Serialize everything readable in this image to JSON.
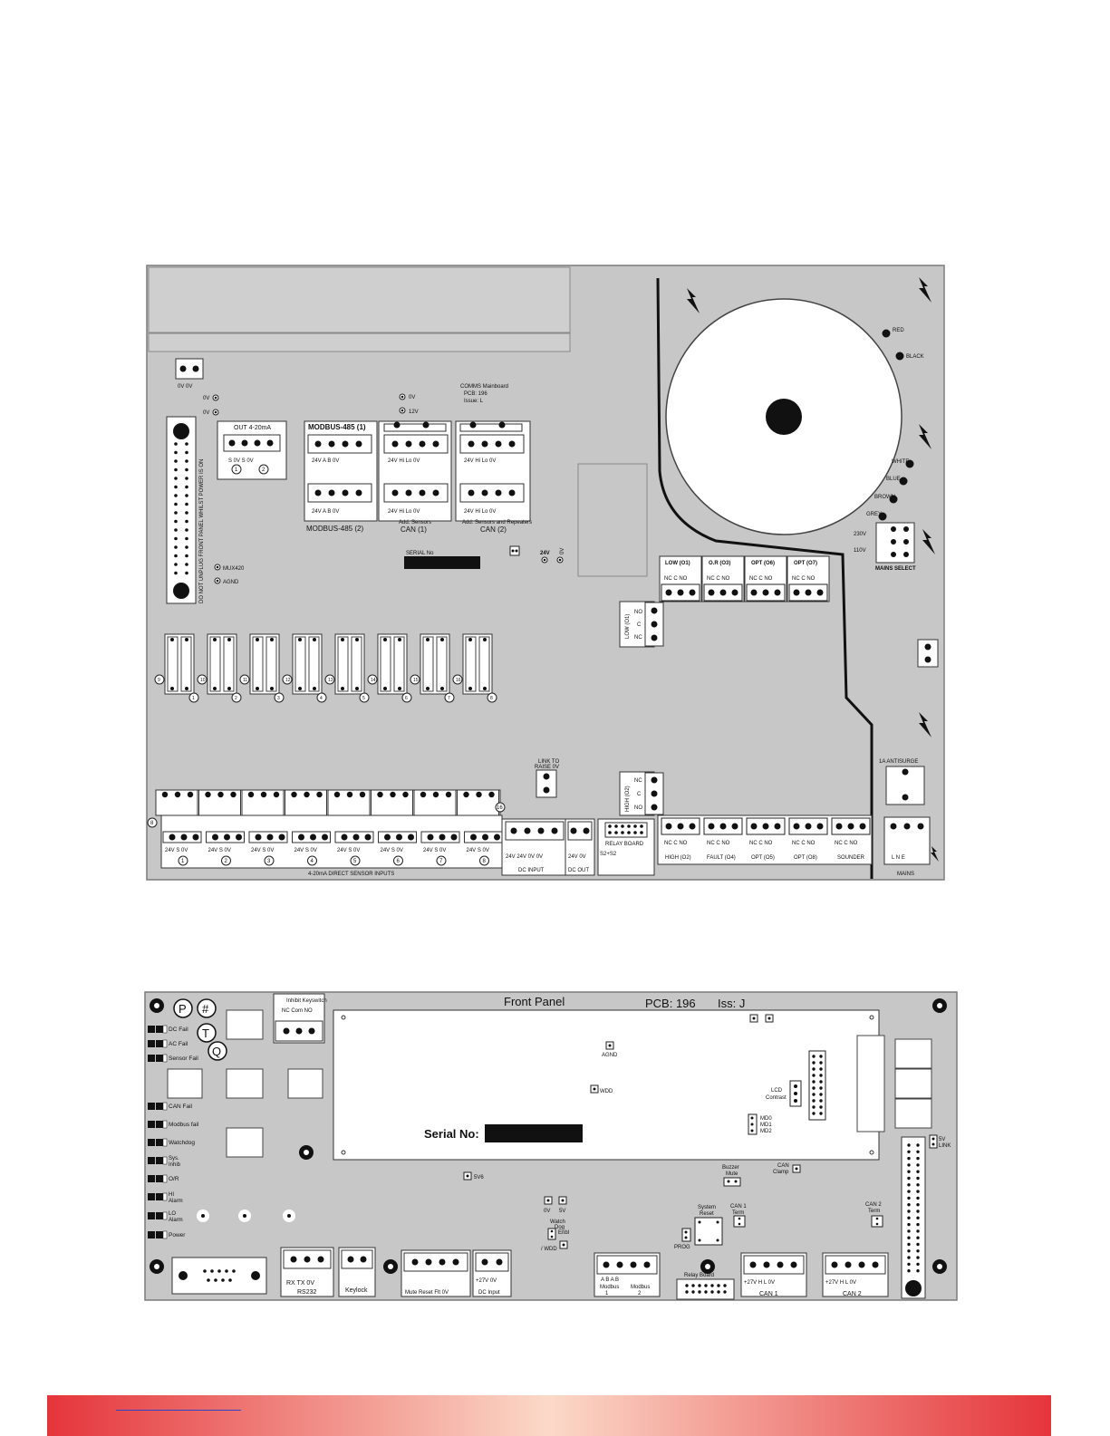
{
  "main_board": {
    "labels": {
      "ov_ov": "0V   0V",
      "ov1": "0V",
      "ov2": "0V",
      "out_420": "OUT 4-20mA",
      "out_pins": "S  0V  S  0V",
      "out_n1": "1",
      "out_n2": "2",
      "modbus1": "MODBUS-485 (1)",
      "modbus2": "MODBUS-485 (2)",
      "modbus_pins": "24V  A   B   0V",
      "tp_0v": "0V",
      "tp_12v": "12V",
      "comms1": "COMMS Mainboard",
      "comms2": "PCB:  196",
      "comms3": "Issue:  L",
      "can_pins": "24V  Hi   Lo   0V",
      "can1": "CAN (1)",
      "can1_sub": "Add. Sensors",
      "can2": "CAN (2)",
      "can2_sub": "Add. Sensors and Repeaters",
      "serial": "SERIAL No",
      "tp_24v": "24V",
      "tp_0v2": "0V",
      "mux": "MUX420",
      "agnd": "AGND",
      "connector_text": "DO NOT UNPLUG FRONT PANEL WHILST POWER IS ON",
      "low_o1": "LOW (O1)",
      "or_o3": "O.R (O3)",
      "opt_o6": "OPT (O6)",
      "opt_o7": "OPT (O7)",
      "nc_c_no": "NC  C  NO",
      "low_side": "LOW (O1)",
      "high_side": "HIGH (O2)",
      "side_no": "NO",
      "side_c": "C",
      "side_nc": "NC",
      "v230": "230V",
      "v110": "110V",
      "mains_select": "MAINS SELECT",
      "antisurge": "1A ANTISURGE",
      "link_to": "LINK TO",
      "link_sub": "RAISE 0V",
      "high_o2": "HIGH (O2)",
      "fault_o4": "FAULT (O4)",
      "opt_o5": "OPT (O5)",
      "opt_o8": "OPT (O8)",
      "sounder": "SOUNDER",
      "mains": "MAINS",
      "lne": "L   N   E",
      "relay_board": "RELAY BOARD",
      "s2s2": "S2+S2",
      "dc_input": "DC INPUT",
      "dc_input_pins": "24V  24V  0V  0V",
      "dc_out": "DC OUT",
      "dc_out_pins": "24V  0V",
      "sensor_pins": "24V  S  0V",
      "direct_inputs": "4-20mA DIRECT SENSOR INPUTS",
      "sensor_nums": [
        "1",
        "2",
        "3",
        "4",
        "5",
        "6",
        "7",
        "8"
      ],
      "top_nums": [
        "9",
        "10",
        "11",
        "12",
        "13",
        "14",
        "15",
        "16"
      ],
      "dip_nums": [
        "1",
        "2",
        "3",
        "4",
        "5",
        "6",
        "7",
        "8"
      ],
      "n16": "16",
      "n8": "8",
      "tr_red": "RED",
      "tr_black": "BLACK",
      "tr_white": "WHITE",
      "tr_blue": "BLUE",
      "tr_brown": "BROWN",
      "tr_grey": "GREY"
    }
  },
  "front_panel": {
    "title": "Front Panel",
    "pcb": "PCB: 196",
    "iss": "Iss:  J",
    "leds": [
      "DC Fail",
      "AC Fail",
      "Sensor Fail",
      "CAN  Fail",
      "Modbus fail",
      "Watchdog",
      "Sys. Inhib",
      "O/R",
      "HI Alarm",
      "LO Alarm",
      "Power"
    ],
    "buttons": [
      "P",
      "#",
      "T",
      "Q"
    ],
    "inhibit_label": "Inhibit Keyswitch",
    "inhibit_pins": "NC  Com  NO",
    "agnd": "AGND",
    "wdd": "WDD",
    "lcd": "LCD",
    "contrast": "Contrast",
    "md0": "MD0",
    "md1": "MD1",
    "md2": "MD2",
    "serial": "Serial No:",
    "v5v6": "5V6",
    "ov": "0V",
    "v5": "5V",
    "watchdog": "Watch",
    "watchdog2": "Dog",
    "watchdog3": "Enbl",
    "wdd2": "/ WDD",
    "prog": "PROG",
    "system_reset": "System",
    "system_reset2": "Reset",
    "buzzer": "Buzzer",
    "buzzer2": "Mute",
    "can_clamp": "CAN",
    "can_clamp2": "Clamp",
    "can1_term": "CAN 1",
    "can1_term2": "Term",
    "can2_term": "CAN 2",
    "can2_term2": "Term",
    "link_5v": "5V",
    "link_lnk": "LINK",
    "rs232_pins": "RX  TX  0V",
    "rs232": "RS232",
    "keylock": "Keylock",
    "mute_pins": "Mute Reset  Flt  0V",
    "dc_pins": "+27V  0V",
    "dc_input": "DC Input",
    "modbus_pins": "A    B    A    B",
    "modbus1": "Modbus",
    "modbus1n": "1",
    "modbus2": "Modbus",
    "modbus2n": "2",
    "relay_board": "Relay  Board",
    "can_pins": "+27V  H   L   0V",
    "can1": "CAN 1",
    "can2": "CAN 2"
  },
  "colors": {
    "board": "#c7c7c7",
    "footer_start": "#e5353b",
    "footer_mid": "#fbd9c8",
    "footer_end": "#e5353b"
  }
}
